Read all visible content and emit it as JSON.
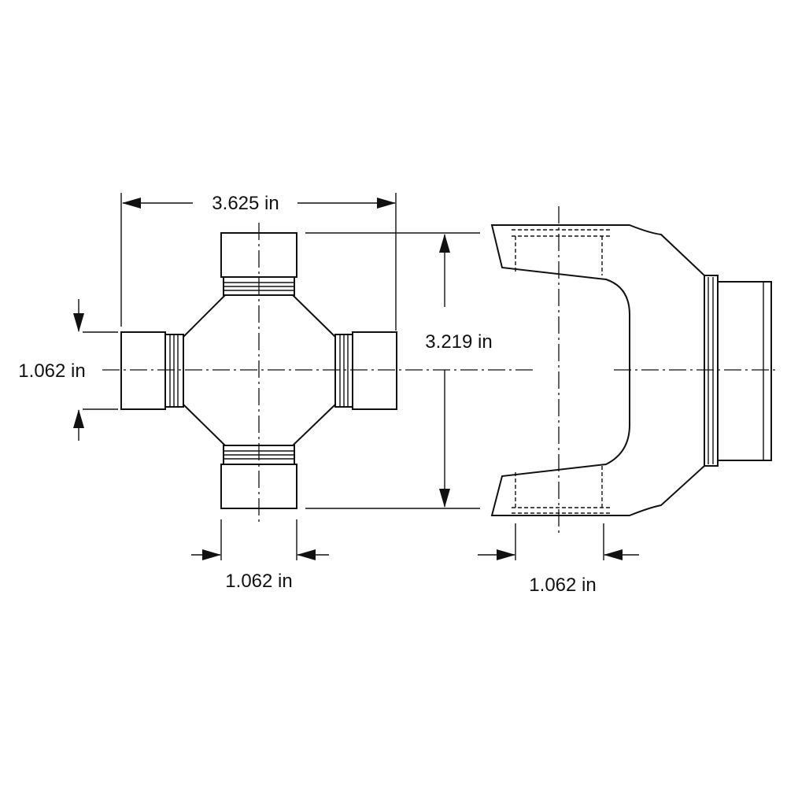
{
  "dimensions": {
    "cross_span": "3.625 in",
    "yoke_span": "3.219 in",
    "cap_diameter_left": "1.062 in",
    "cap_diameter_bottom": "1.062 in",
    "yoke_bore": "1.062 in"
  },
  "colors": {
    "line": "#111111",
    "background": "#ffffff"
  }
}
